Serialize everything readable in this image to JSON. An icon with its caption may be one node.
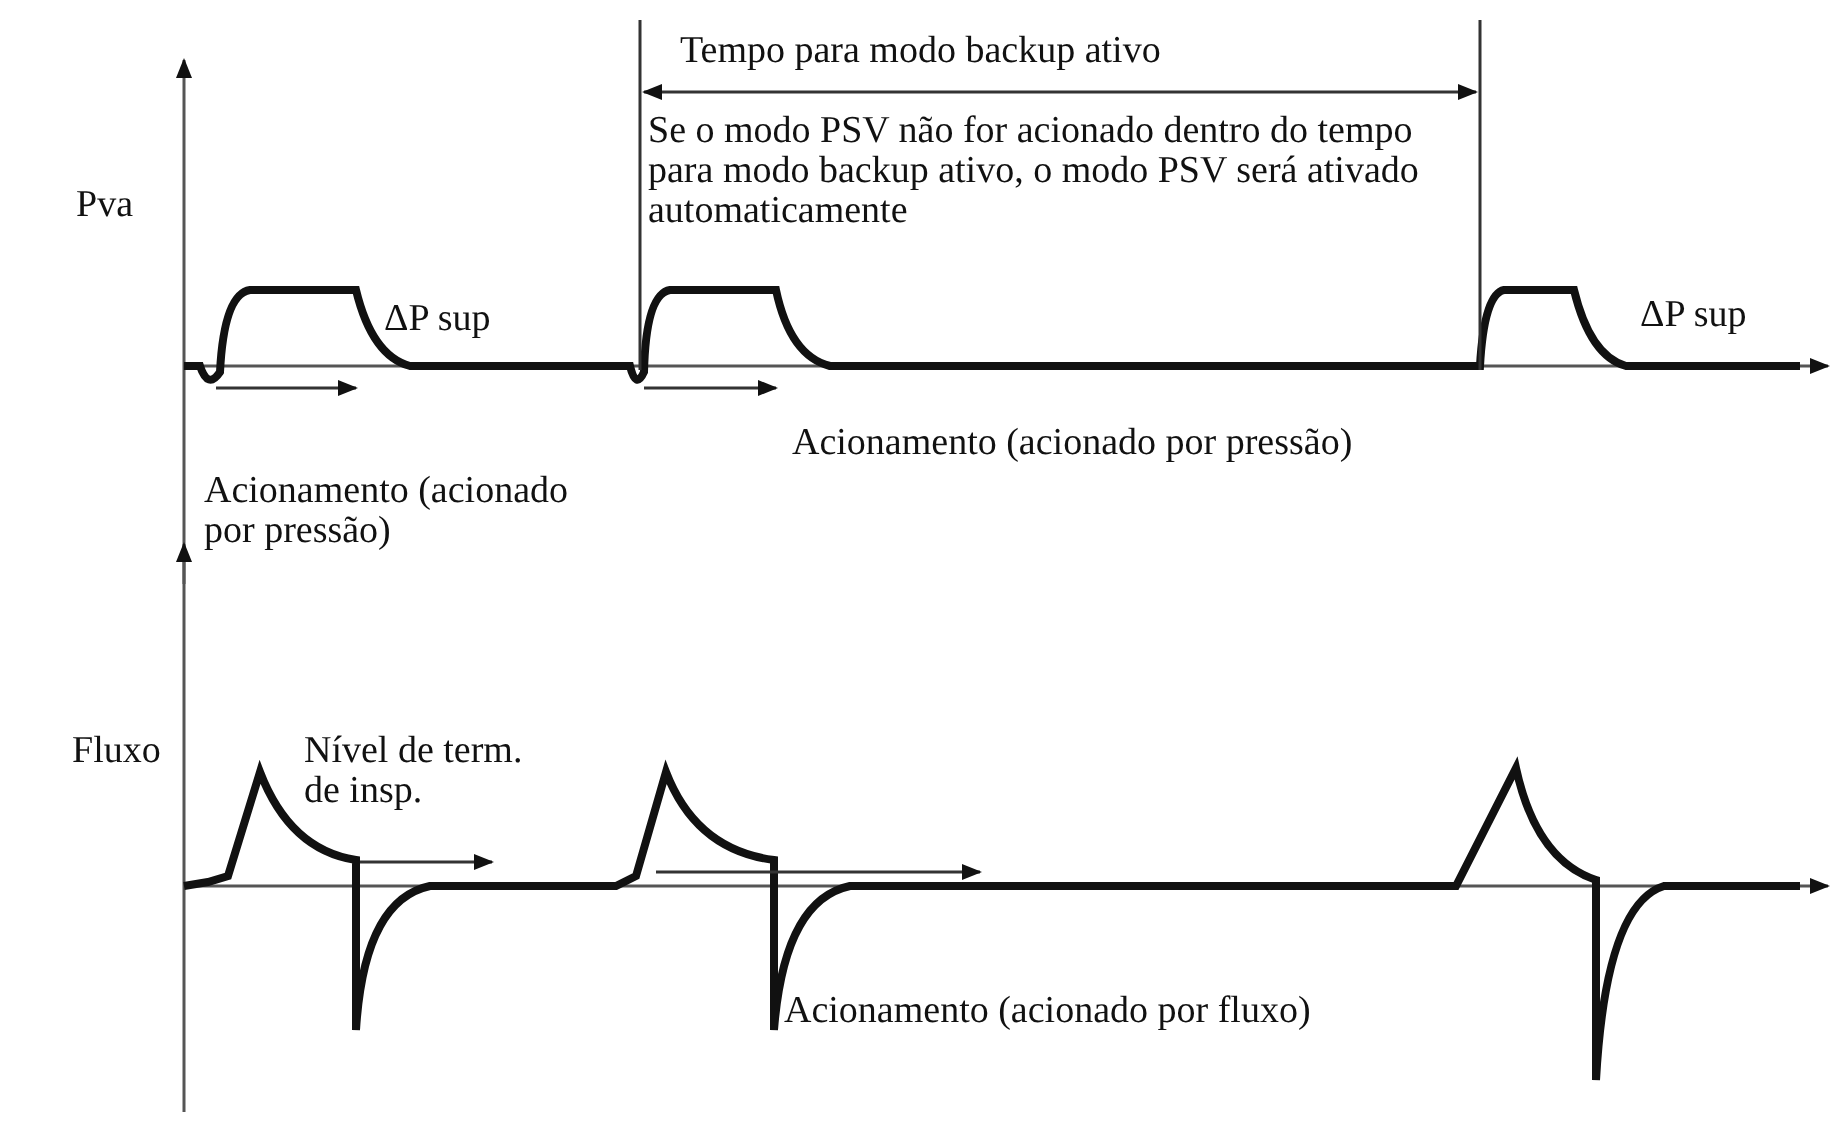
{
  "diagram": {
    "labels": [
      "Tempo para modo backup ativo",
      "Pva",
      "Se o modo PSV não for acionado dentro do tempo para modo backup ativo, o modo PSV será ativado automaticamente",
      "ΔP sup",
      "ΔP sup",
      "Acionamento (acionado por pressão)",
      "Acionamento (acionado por pressão)",
      "Fluxo",
      "Nível de term. de insp.",
      "Acionamento (acionado por fluxo)"
    ]
  }
}
